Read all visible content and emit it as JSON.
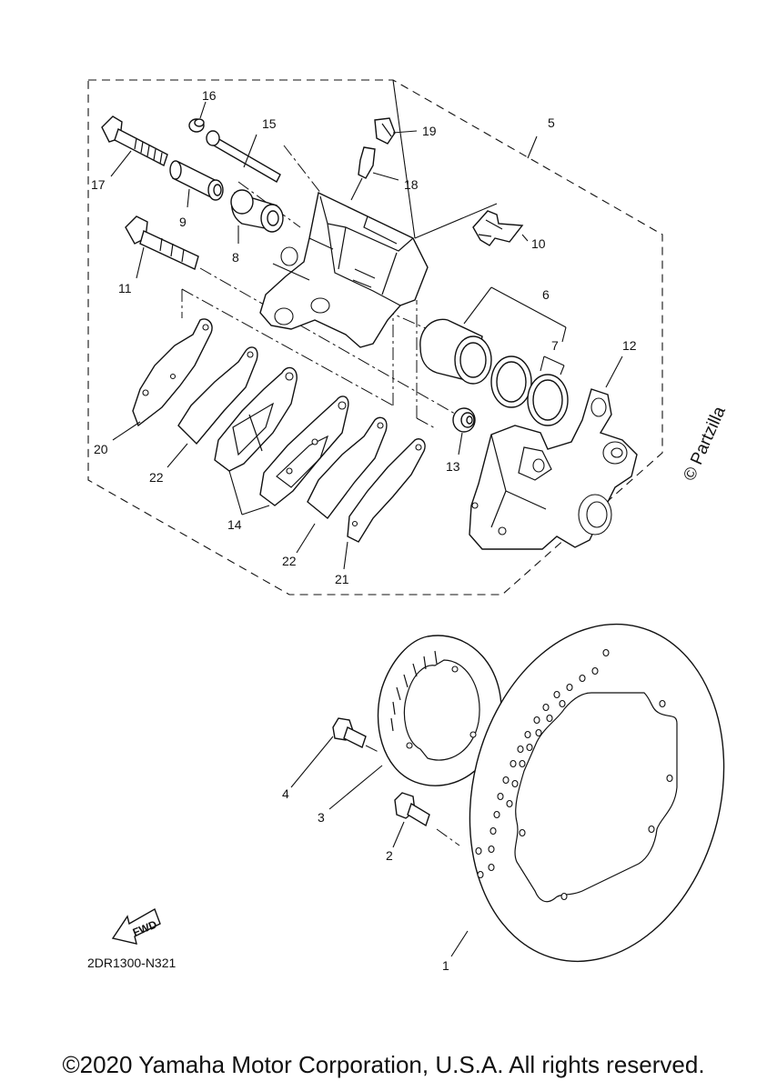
{
  "callouts": [
    {
      "num": "1"
    },
    {
      "num": "2"
    },
    {
      "num": "3"
    },
    {
      "num": "4"
    },
    {
      "num": "5"
    },
    {
      "num": "6"
    },
    {
      "num": "7"
    },
    {
      "num": "8"
    },
    {
      "num": "9"
    },
    {
      "num": "10"
    },
    {
      "num": "11"
    },
    {
      "num": "12"
    },
    {
      "num": "13"
    },
    {
      "num": "14"
    },
    {
      "num": "15"
    },
    {
      "num": "16"
    },
    {
      "num": "17"
    },
    {
      "num": "18"
    },
    {
      "num": "19"
    },
    {
      "num": "20"
    },
    {
      "num": "21"
    },
    {
      "num": "22"
    },
    {
      "num": "22"
    }
  ],
  "fwd_label": "FWD",
  "diagram_code": "2DR1300-N321",
  "watermark": "© Partzilla",
  "copyright": "©2020 Yamaha Motor Corporation, U.S.A. All rights reserved."
}
